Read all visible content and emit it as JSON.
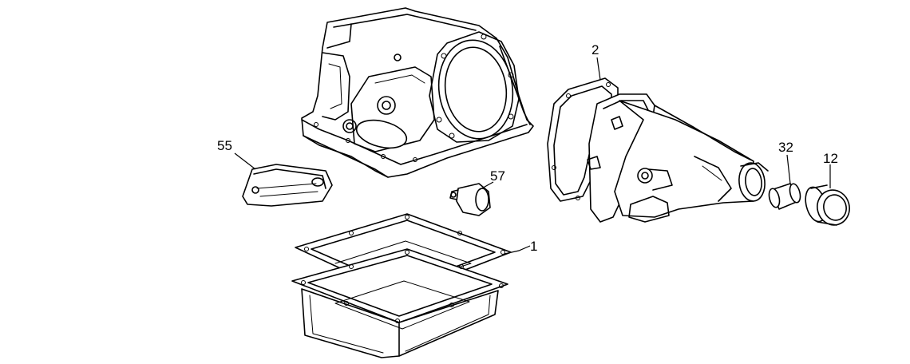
{
  "callouts": {
    "item_1": "1",
    "item_2": "2",
    "item_12": "12",
    "item_32": "32",
    "item_55": "55",
    "item_57": "57"
  }
}
